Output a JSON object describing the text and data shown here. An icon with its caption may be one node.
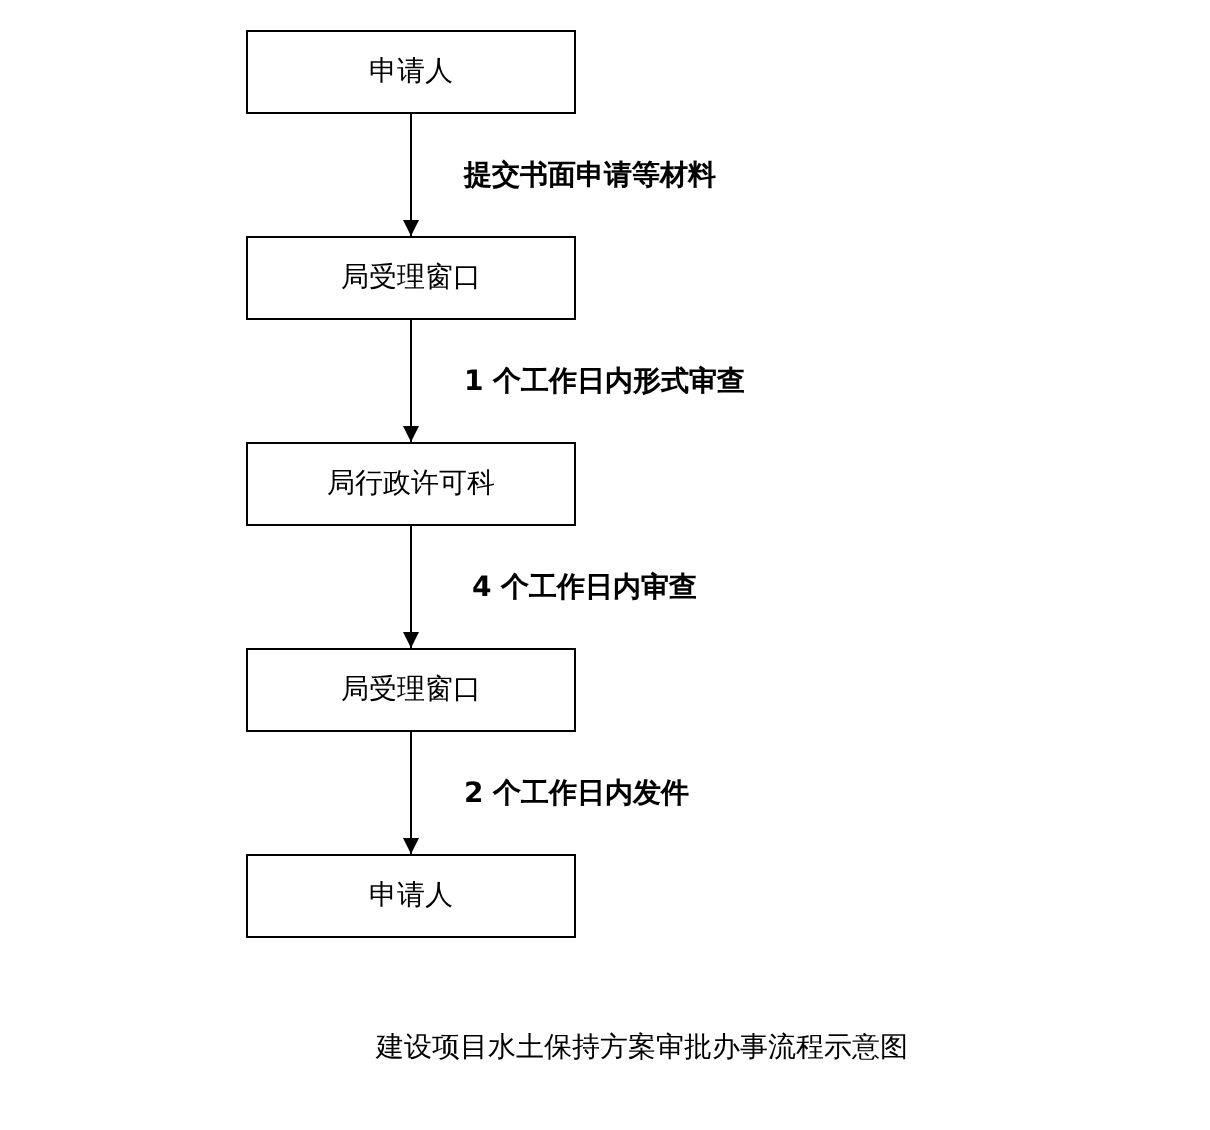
{
  "diagram": {
    "caption": "建设项目水土保持方案审批办事流程示意图",
    "nodes": [
      {
        "text": [
          "申请人"
        ]
      },
      {
        "text": [
          "局受理窗口"
        ]
      },
      {
        "text": [
          "局行政许可科"
        ]
      },
      {
        "text": [
          "局受理窗口"
        ]
      },
      {
        "text": [
          "申请人"
        ]
      }
    ],
    "edges": [
      {
        "from": 0,
        "to": 1,
        "arrow": "to",
        "label": "提交书面申请等材料"
      },
      {
        "from": 1,
        "to": 2,
        "arrow": "to",
        "label": "1 个工作日内形式审查"
      },
      {
        "from": 2,
        "to": 3,
        "arrow": "to",
        "label": "4 个工作日内审查"
      },
      {
        "from": 3,
        "to": 4,
        "arrow": "to",
        "label": "2 个工作日内发件"
      }
    ]
  }
}
